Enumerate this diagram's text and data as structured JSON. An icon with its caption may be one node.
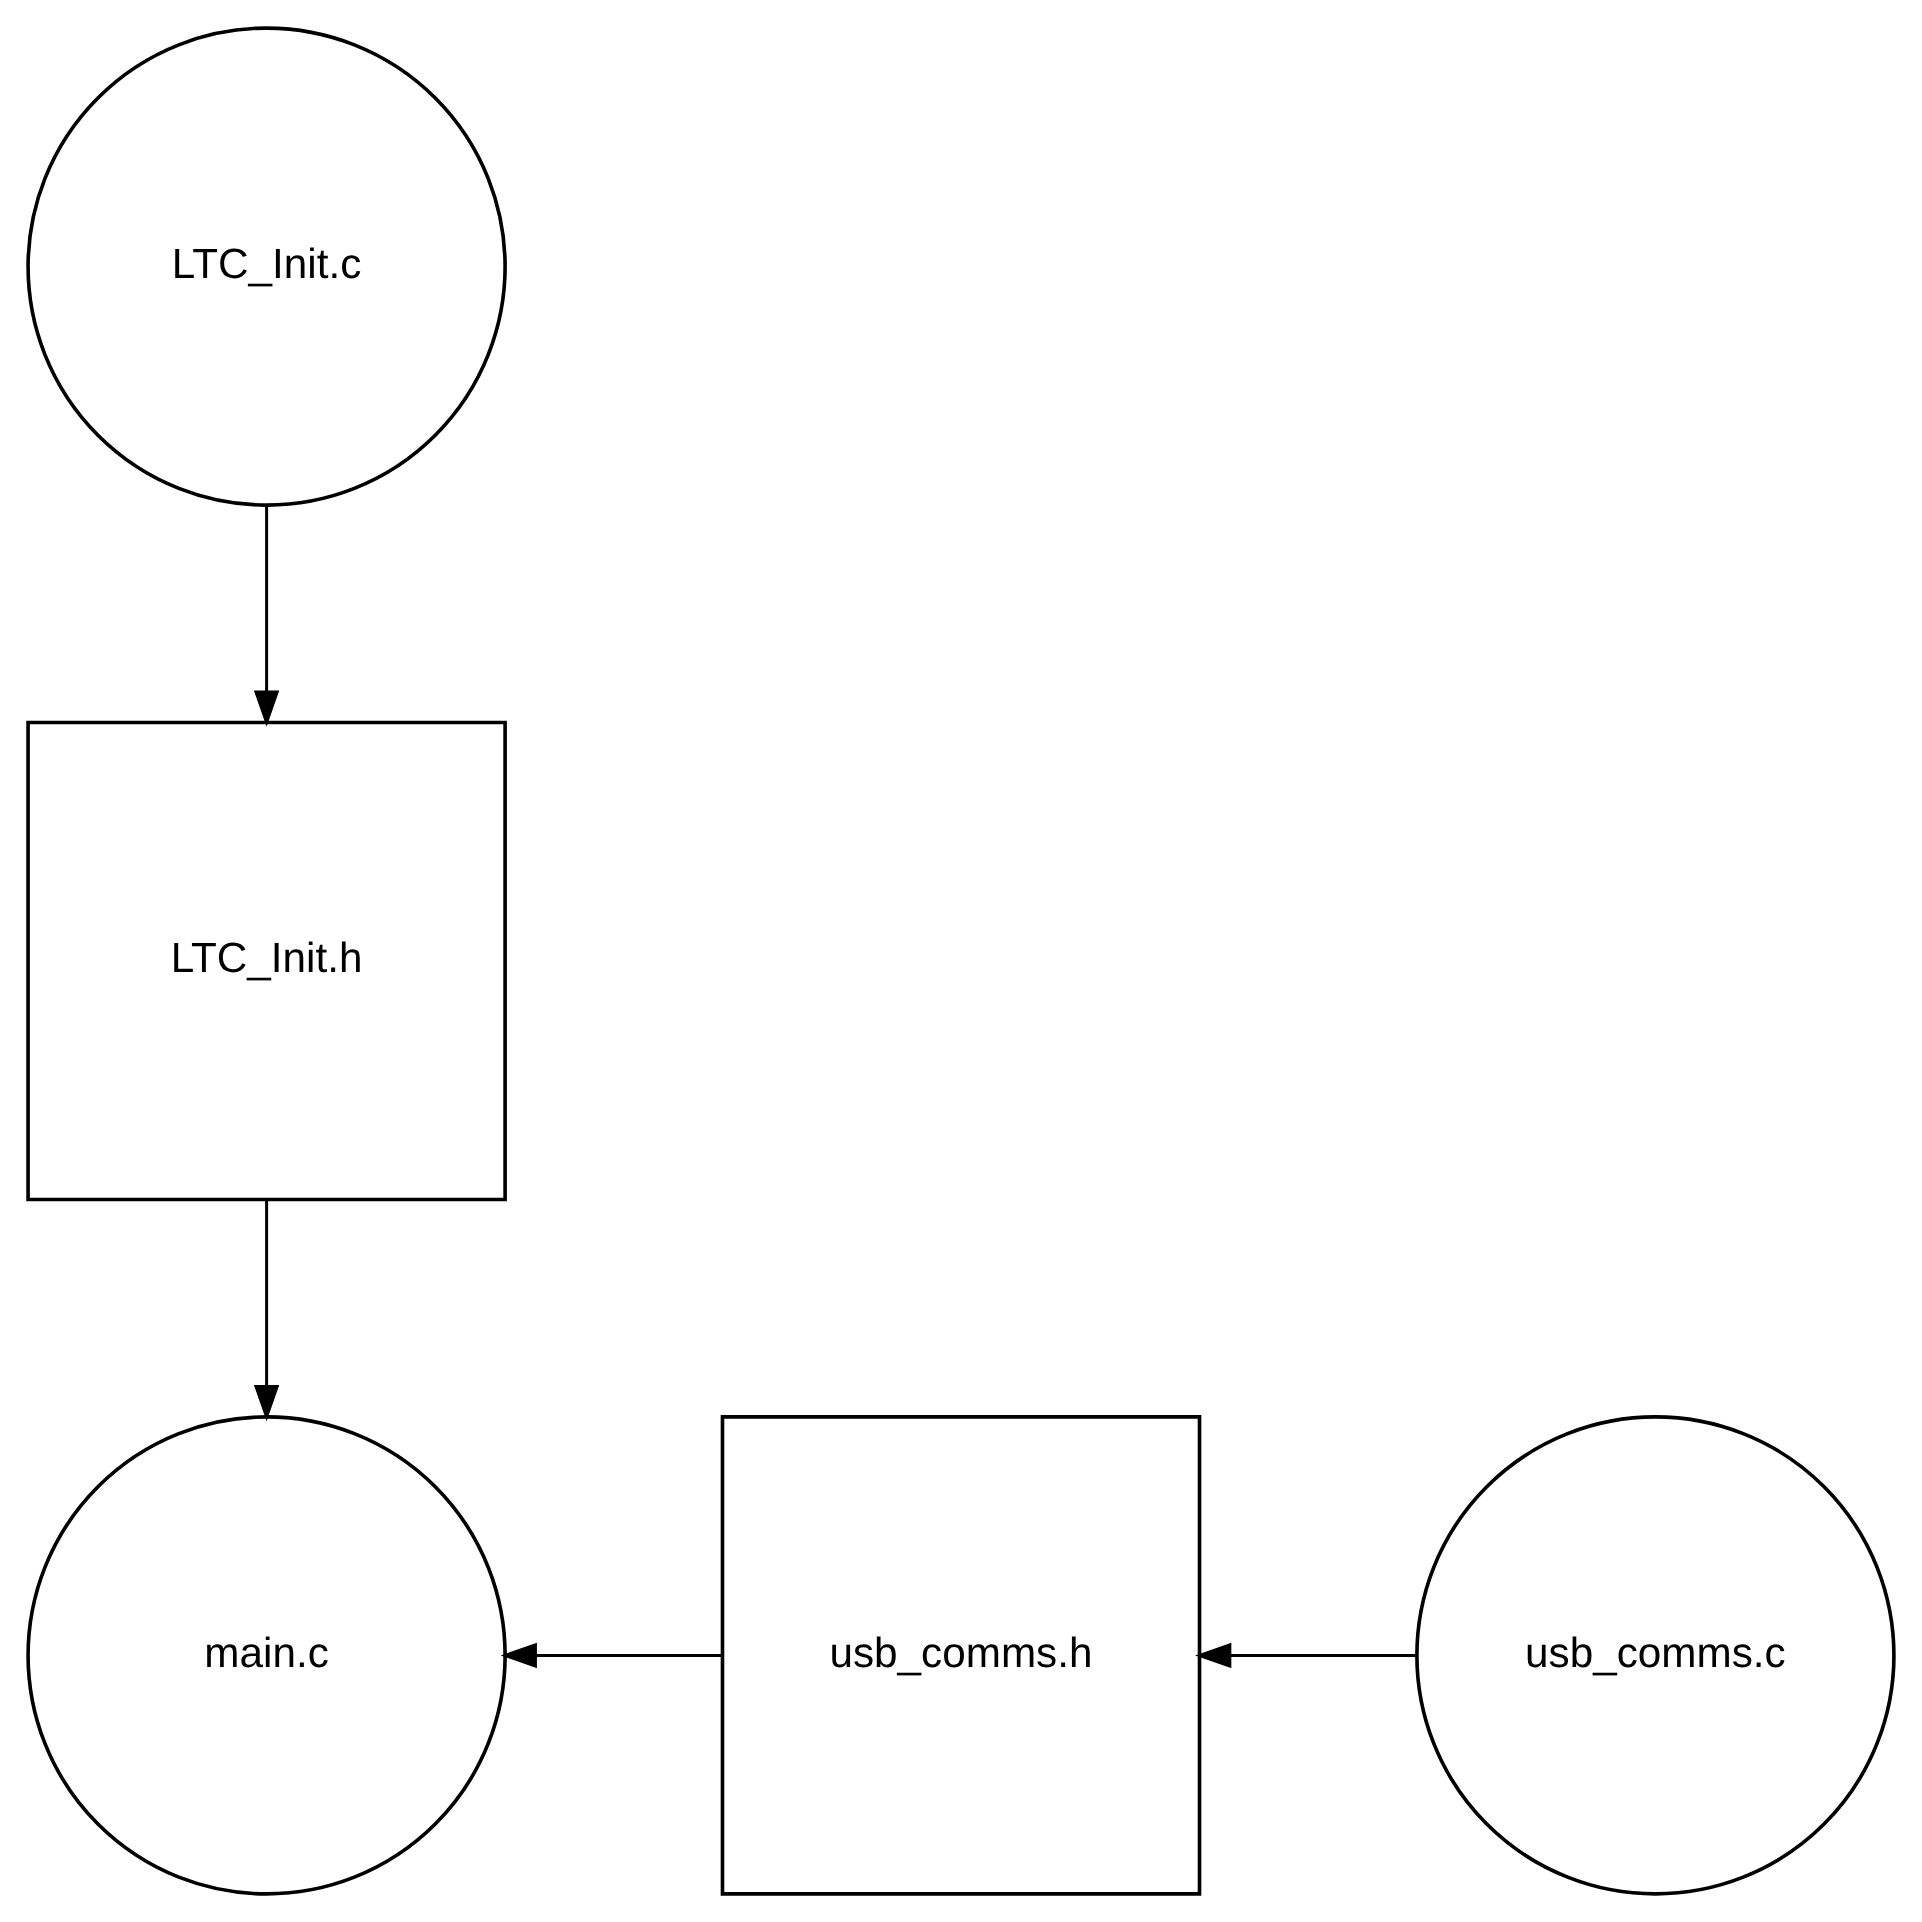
{
  "diagram": {
    "nodes": [
      {
        "text": [
          "LTC_Init.c"
        ]
      },
      {
        "text": [
          "LTC_Init.h"
        ]
      },
      {
        "text": [
          "main.c"
        ]
      },
      {
        "text": [
          "usb_comms.h"
        ]
      },
      {
        "text": [
          "usb_comms.c"
        ]
      }
    ],
    "edges": [
      {
        "from": 0,
        "to": 1,
        "arrow": "to"
      },
      {
        "from": 1,
        "to": 2,
        "arrow": "to"
      },
      {
        "from": 4,
        "to": 3,
        "arrow": "to"
      },
      {
        "from": 3,
        "to": 2,
        "arrow": "to"
      }
    ]
  }
}
